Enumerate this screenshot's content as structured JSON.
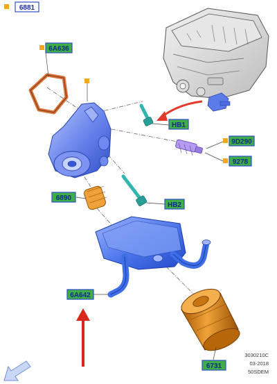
{
  "labels": {
    "p6881": "6881",
    "p6a636": "6A636",
    "hb1": "HB1",
    "p9d290": "9D290",
    "p9278": "9278",
    "p6890": "6890",
    "hb2": "HB2",
    "p6a642": "6A642",
    "p6731": "6731"
  },
  "info": {
    "code": "3030210C",
    "date": "03-2018",
    "model": "50SDEM"
  },
  "colors": {
    "label_border_blue": "#2f4fc7",
    "label_fill_green": "#3fae49",
    "label_fill_white": "#ffffff",
    "marker_orange": "#f5a623",
    "housing_blue": "#5b7be8",
    "cooler_blue": "#3f6fe6",
    "filter_orange": "#e08a1a",
    "gasket_orange": "#d9733a",
    "arrow_red": "#e23a2a",
    "bolt_teal": "#35b5b0"
  },
  "icons": {
    "nav": "arrow-down-left-icon"
  }
}
